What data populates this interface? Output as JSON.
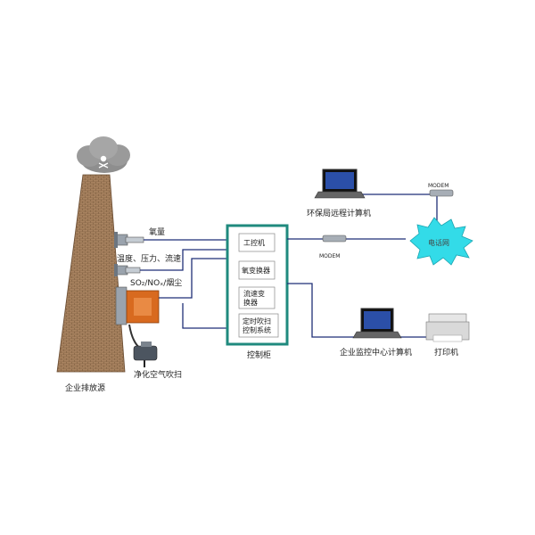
{
  "labels": {
    "enterprise_source": "企业排放源",
    "clean_air_purge": "净化空气吹扫",
    "oxygen": "氧量",
    "temp_pressure_flow": "温度、压力、流速",
    "so_no_dust": "SO₂/NOₓ/烟尘",
    "control_cabinet": "控制柜",
    "epb_remote_computer": "环保局远程计算机",
    "enterprise_monitor_computer": "企业监控中心计算机",
    "printer": "打印机",
    "telephone_network": "电话网",
    "modem_top": "MODEM",
    "modem_mid": "MODEM"
  },
  "cabinet_modules": [
    {
      "line1": "工控机",
      "line2": ""
    },
    {
      "line1": "氧变换器",
      "line2": ""
    },
    {
      "line1": "流速变",
      "line2": "换器"
    },
    {
      "line1": "定时吹扫",
      "line2": "控制系统"
    }
  ],
  "colors": {
    "cabinet_border": "#1f8a7e",
    "wire": "#1f2f77",
    "chimney": "#7a5a3f",
    "analyzer": "#d86a1f",
    "cloud": "#33dbe8"
  }
}
